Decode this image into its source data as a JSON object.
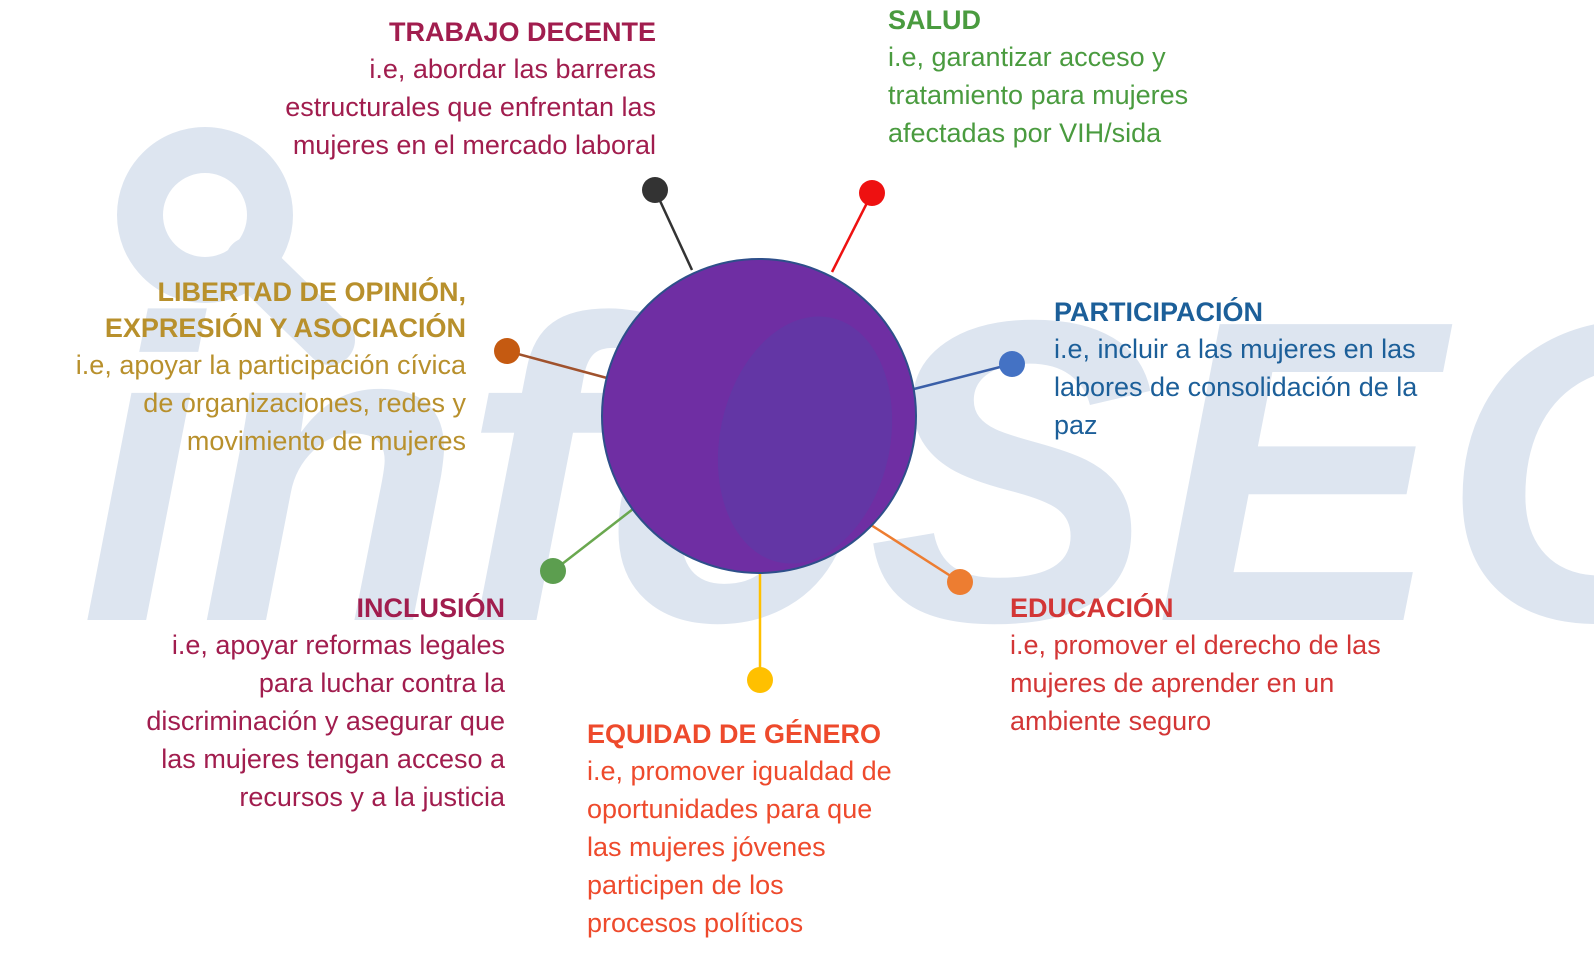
{
  "watermark": {
    "text": "infoSEG",
    "color": "#dde5f0"
  },
  "center_circle": {
    "color": "#6b2fa0",
    "overlay": "#5a3ea8"
  },
  "nodes": [
    {
      "id": "trabajo",
      "title": "TRABAJO DECENTE",
      "desc": "i.e, abordar las barreras\nestructurales que enfrentan las\nmujeres en el mercado laboral",
      "text_color": "#a11d4e",
      "dot_color": "#333333"
    },
    {
      "id": "salud",
      "title": "SALUD",
      "desc": "i.e, garantizar acceso y\ntratamiento para mujeres\nafectadas por VIH/sida",
      "text_color": "#4a9b3f",
      "dot_color": "#ee1111"
    },
    {
      "id": "libertad",
      "title": "LIBERTAD DE OPINIÓN,\nEXPRESIÓN Y ASOCIACIÓN",
      "desc": "i.e, apoyar la participación cívica\nde organizaciones, redes y\nmovimiento de mujeres",
      "text_color": "#b8902c",
      "dot_color": "#c55a11"
    },
    {
      "id": "participacion",
      "title": "PARTICIPACIÓN",
      "desc": "i.e, incluir a las mujeres en las\nlabores de consolidación de la\npaz",
      "text_color": "#1c5f99",
      "dot_color": "#4472c4"
    },
    {
      "id": "inclusion",
      "title": "INCLUSIÓN",
      "desc": "i.e, apoyar reformas legales\npara luchar contra la\ndiscriminación y asegurar que\nlas mujeres tengan acceso a\nrecursos y a la justicia",
      "text_color": "#a11d4e",
      "dot_color": "#5c9e4f"
    },
    {
      "id": "educacion",
      "title": "EDUCACIÓN",
      "desc": "i.e, promover el derecho de las\nmujeres de aprender en un\nambiente seguro",
      "text_color": "#d33636",
      "dot_color": "#ed7d31"
    },
    {
      "id": "equidad",
      "title": "EQUIDAD DE GÉNERO",
      "desc": "i.e, promover igualdad de\noportunidades para que\nlas mujeres jóvenes\nparticipen de los\nprocesos políticos",
      "text_color": "#ee4a2c",
      "dot_color": "#ffc000"
    }
  ]
}
